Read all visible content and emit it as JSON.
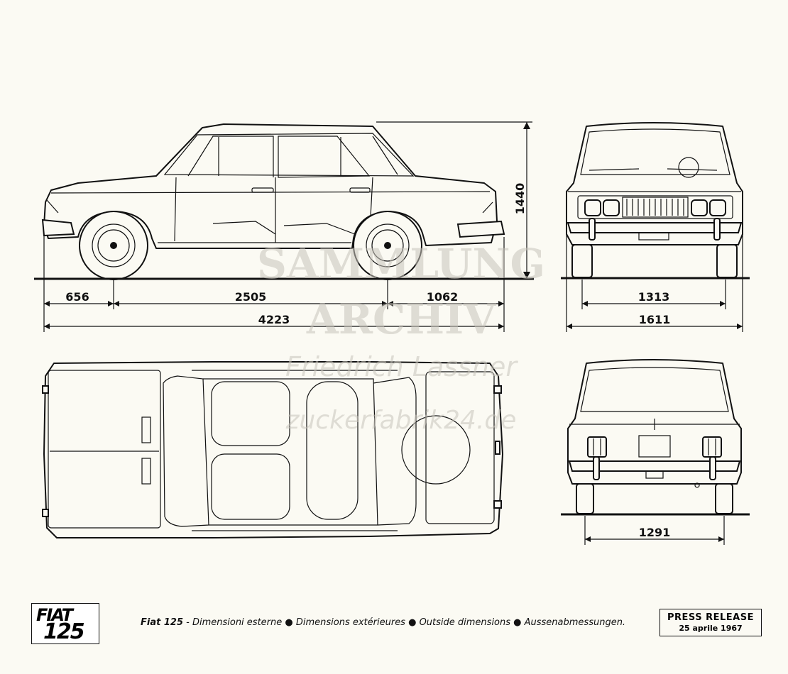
{
  "watermark": {
    "line1": "SAMMLUNG",
    "line2": "ARCHIV",
    "line3": "Friedrich Lassner",
    "line4": "zuckerfabrik24.de"
  },
  "dimensions": {
    "front_overhang": "656",
    "wheelbase": "2505",
    "rear_overhang": "1062",
    "overall_length": "4223",
    "height": "1440",
    "front_track": "1313",
    "overall_width": "1611",
    "rear_track": "1291"
  },
  "logo": {
    "line1": "FIAT",
    "line2": "125"
  },
  "caption": {
    "model": "Fiat 125",
    "text": " - Dimensioni esterne ● Dimensions extérieures ● Outside dimensions ● Aussenabmessungen."
  },
  "press_release": {
    "title": "PRESS RELEASE",
    "date": "25 aprile 1967"
  }
}
